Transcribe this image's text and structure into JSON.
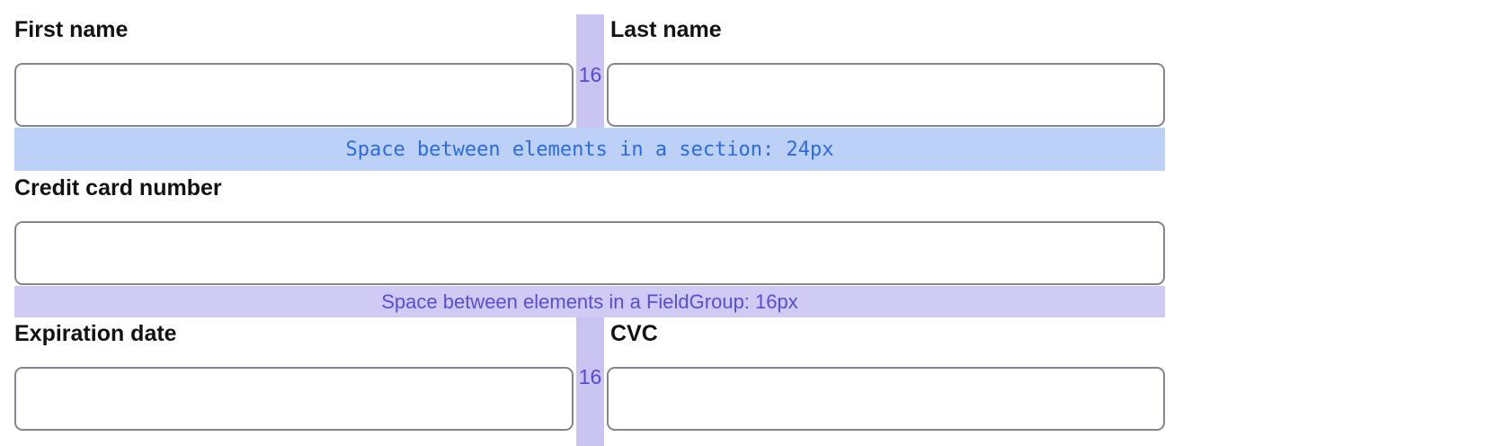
{
  "form": {
    "first_name": {
      "label": "First name",
      "value": ""
    },
    "last_name": {
      "label": "Last name",
      "value": ""
    },
    "credit_card": {
      "label": "Credit card number",
      "value": ""
    },
    "expiration": {
      "label": "Expiration date",
      "value": ""
    },
    "cvc": {
      "label": "CVC",
      "value": ""
    }
  },
  "annotations": {
    "section_space": {
      "text": "Space between elements in a section: 24px"
    },
    "fieldgroup_space": {
      "text": "Space between elements in a FieldGroup: 16px"
    },
    "column_space_top": {
      "text": "16"
    },
    "column_space_bottom": {
      "text": "16"
    }
  },
  "colors": {
    "label-color": "#111214",
    "input-border": "#84858e",
    "strip-bg": "#c9c4f2",
    "strip-text": "#5549d6",
    "section-band-bg": "#bdd1f8",
    "section-band-text": "#2a6be2",
    "fieldgroup-band-bg": "#d0cbf4",
    "fieldgroup-band-text": "#584dd8",
    "page-bg": "#ffffff"
  }
}
